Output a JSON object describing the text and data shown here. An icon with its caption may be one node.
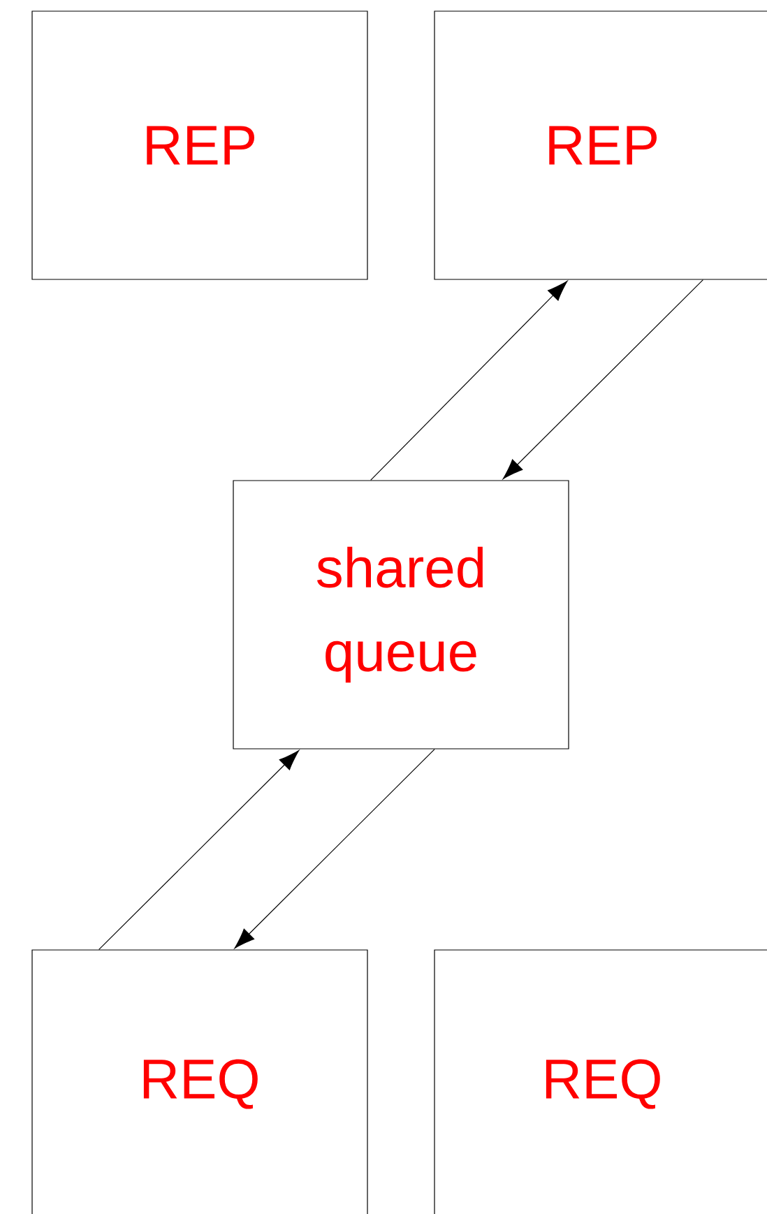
{
  "diagram": {
    "nodes": [
      {
        "text": [
          "REP"
        ]
      },
      {
        "text": [
          "REP"
        ]
      },
      {
        "text": [
          "shared queue"
        ]
      },
      {
        "text": [
          "REQ"
        ]
      },
      {
        "text": [
          "REQ"
        ]
      }
    ],
    "edges": [
      {
        "from": 2,
        "to": 1,
        "arrow": "to"
      },
      {
        "from": 1,
        "to": 2,
        "arrow": "to"
      },
      {
        "from": 3,
        "to": 2,
        "arrow": "to"
      },
      {
        "from": 2,
        "to": 3,
        "arrow": "to"
      }
    ]
  }
}
